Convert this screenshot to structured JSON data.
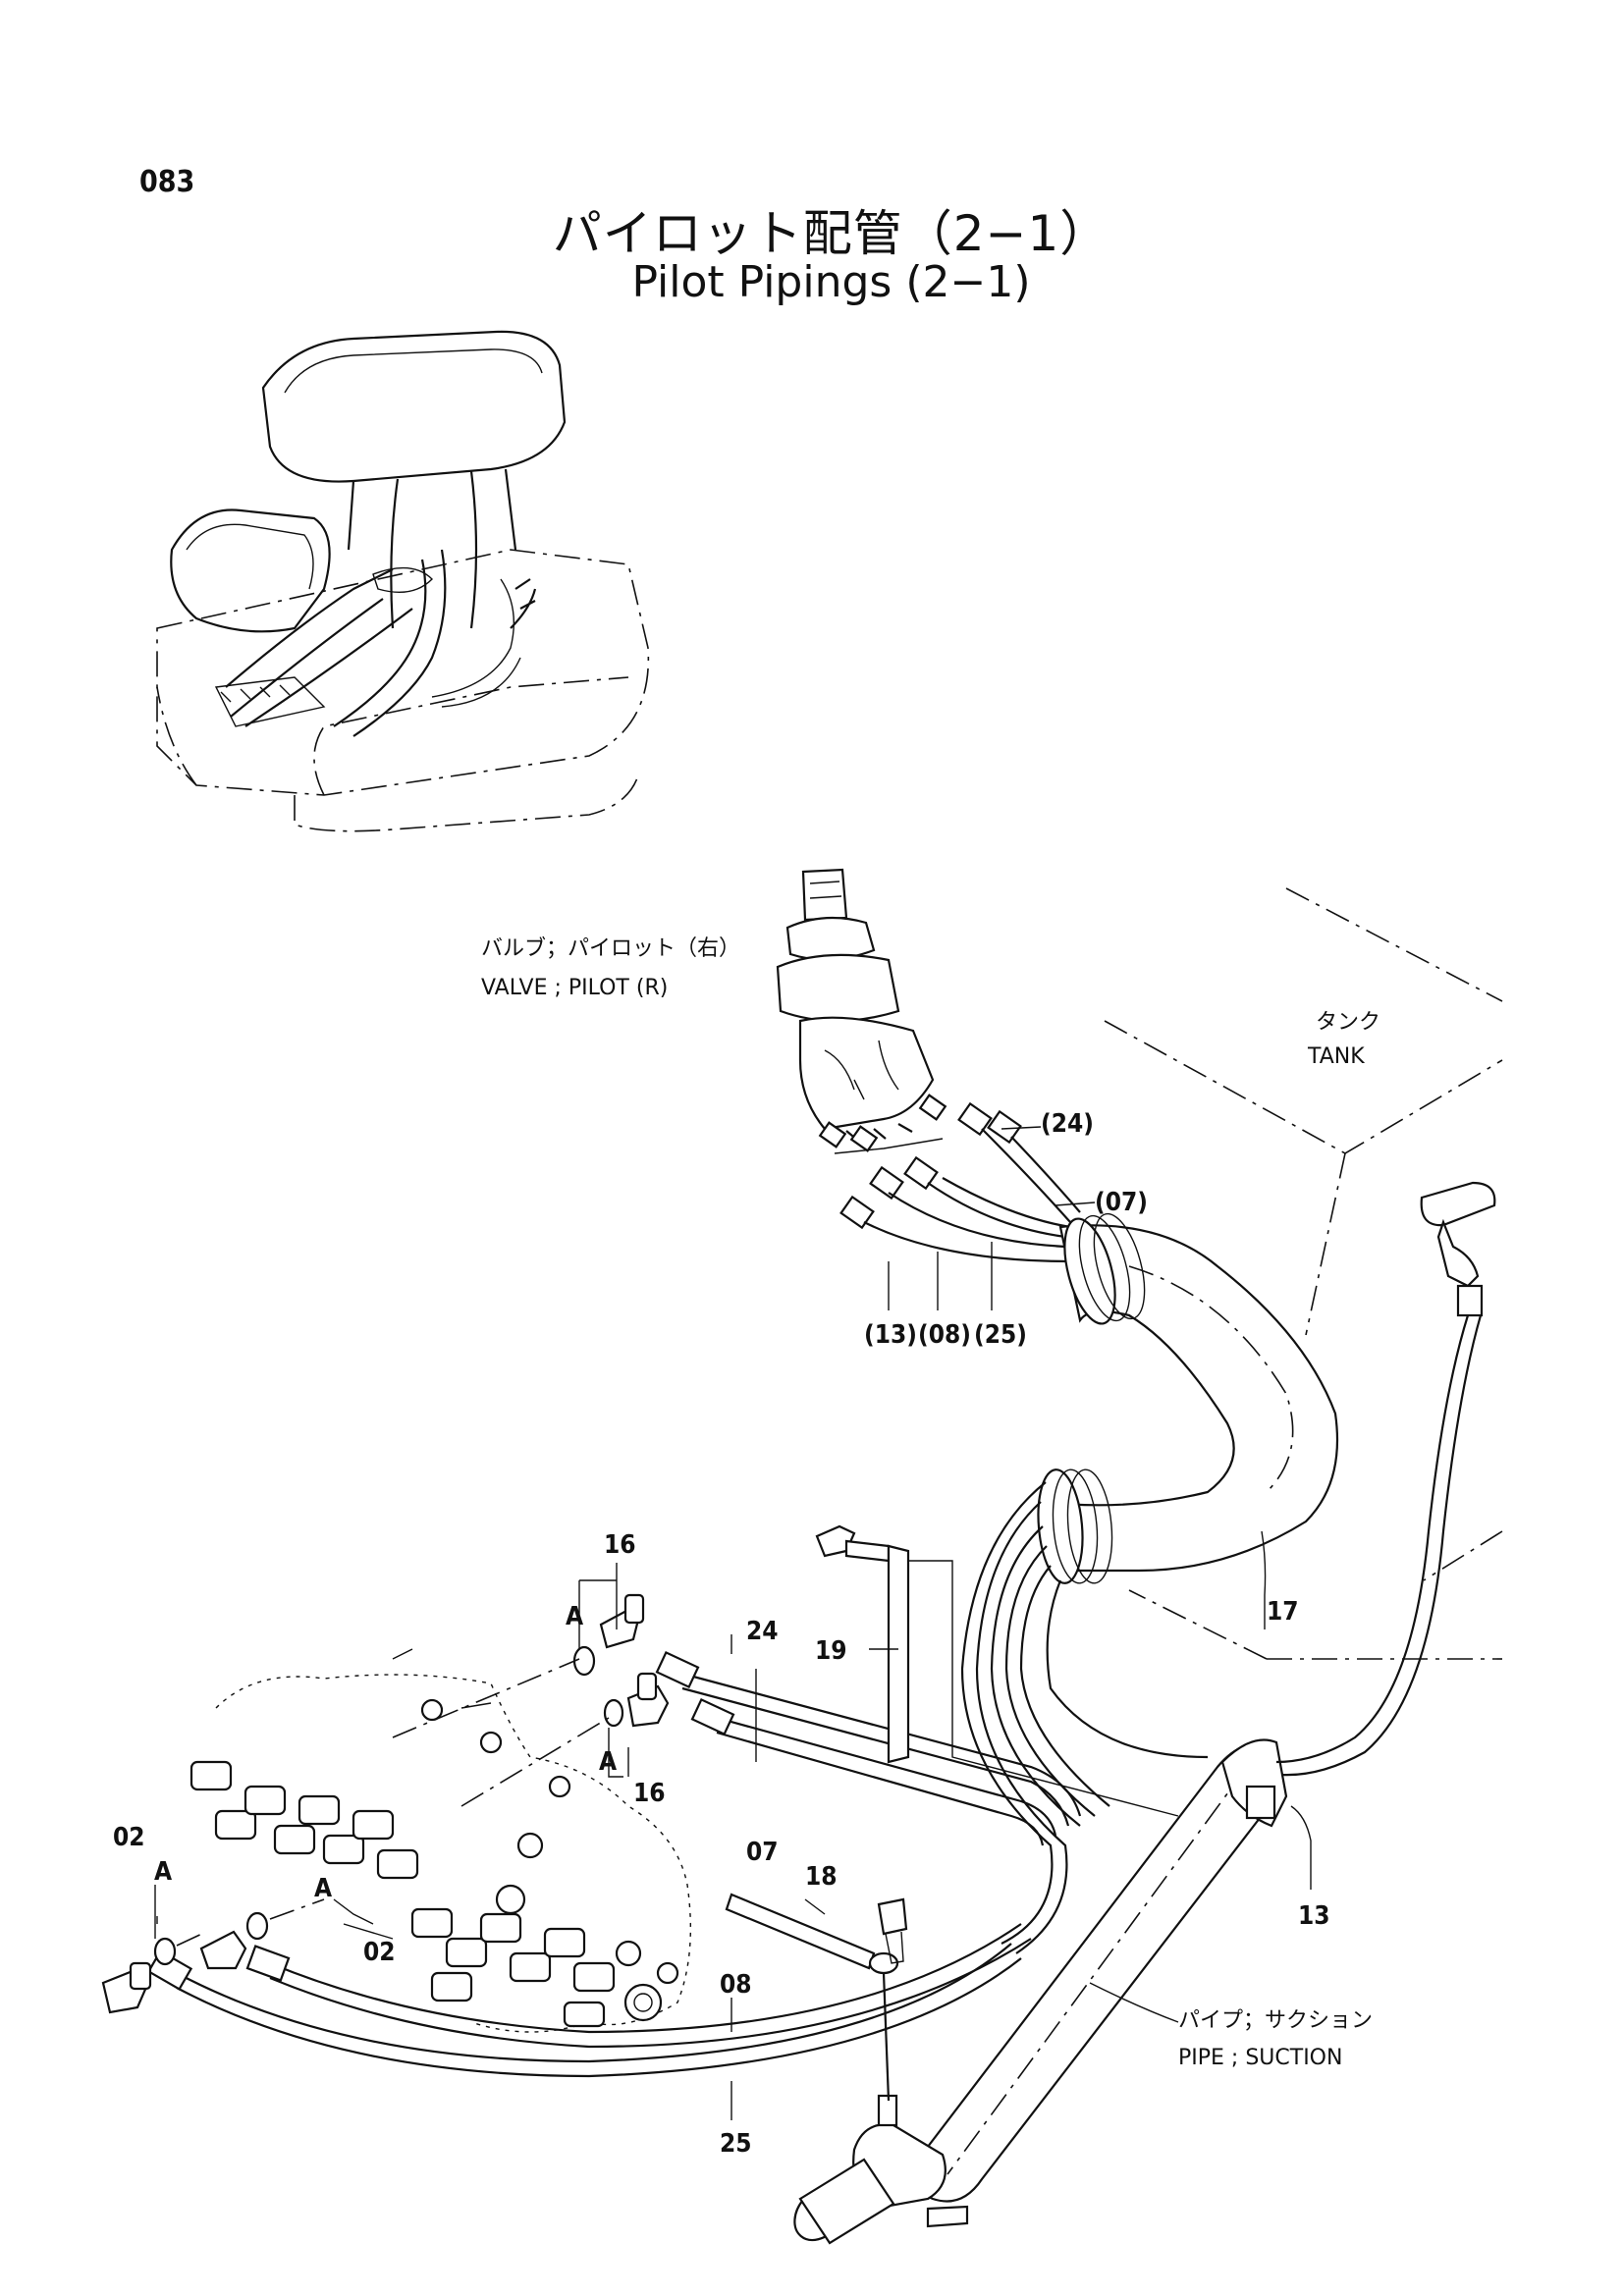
{
  "page_number": "083",
  "title_jp": "パイロット配管（2−1）",
  "title_en": "Pilot Pipings (2−1)",
  "labels": {
    "valve_jp": "バルブ；パイロット（右）",
    "valve_en": "VALVE ; PILOT (R)",
    "tank_jp": "タンク",
    "tank_en": "TANK",
    "pipe_jp": "パイプ；サクション",
    "pipe_en": "PIPE ; SUCTION"
  },
  "callouts": {
    "c24p": "(24)",
    "c07p": "(07)",
    "c13p": "(13)",
    "c08p": "(08)",
    "c25p": "(25)",
    "c16a": "16",
    "c16b": "16",
    "cA1": "A",
    "cA2": "A",
    "cA3": "A",
    "cA4": "A",
    "c24": "24",
    "c07": "07",
    "c19": "19",
    "c17": "17",
    "c02a": "02",
    "c02b": "02",
    "c18": "18",
    "c08": "08",
    "c25": "25",
    "c13": "13"
  }
}
